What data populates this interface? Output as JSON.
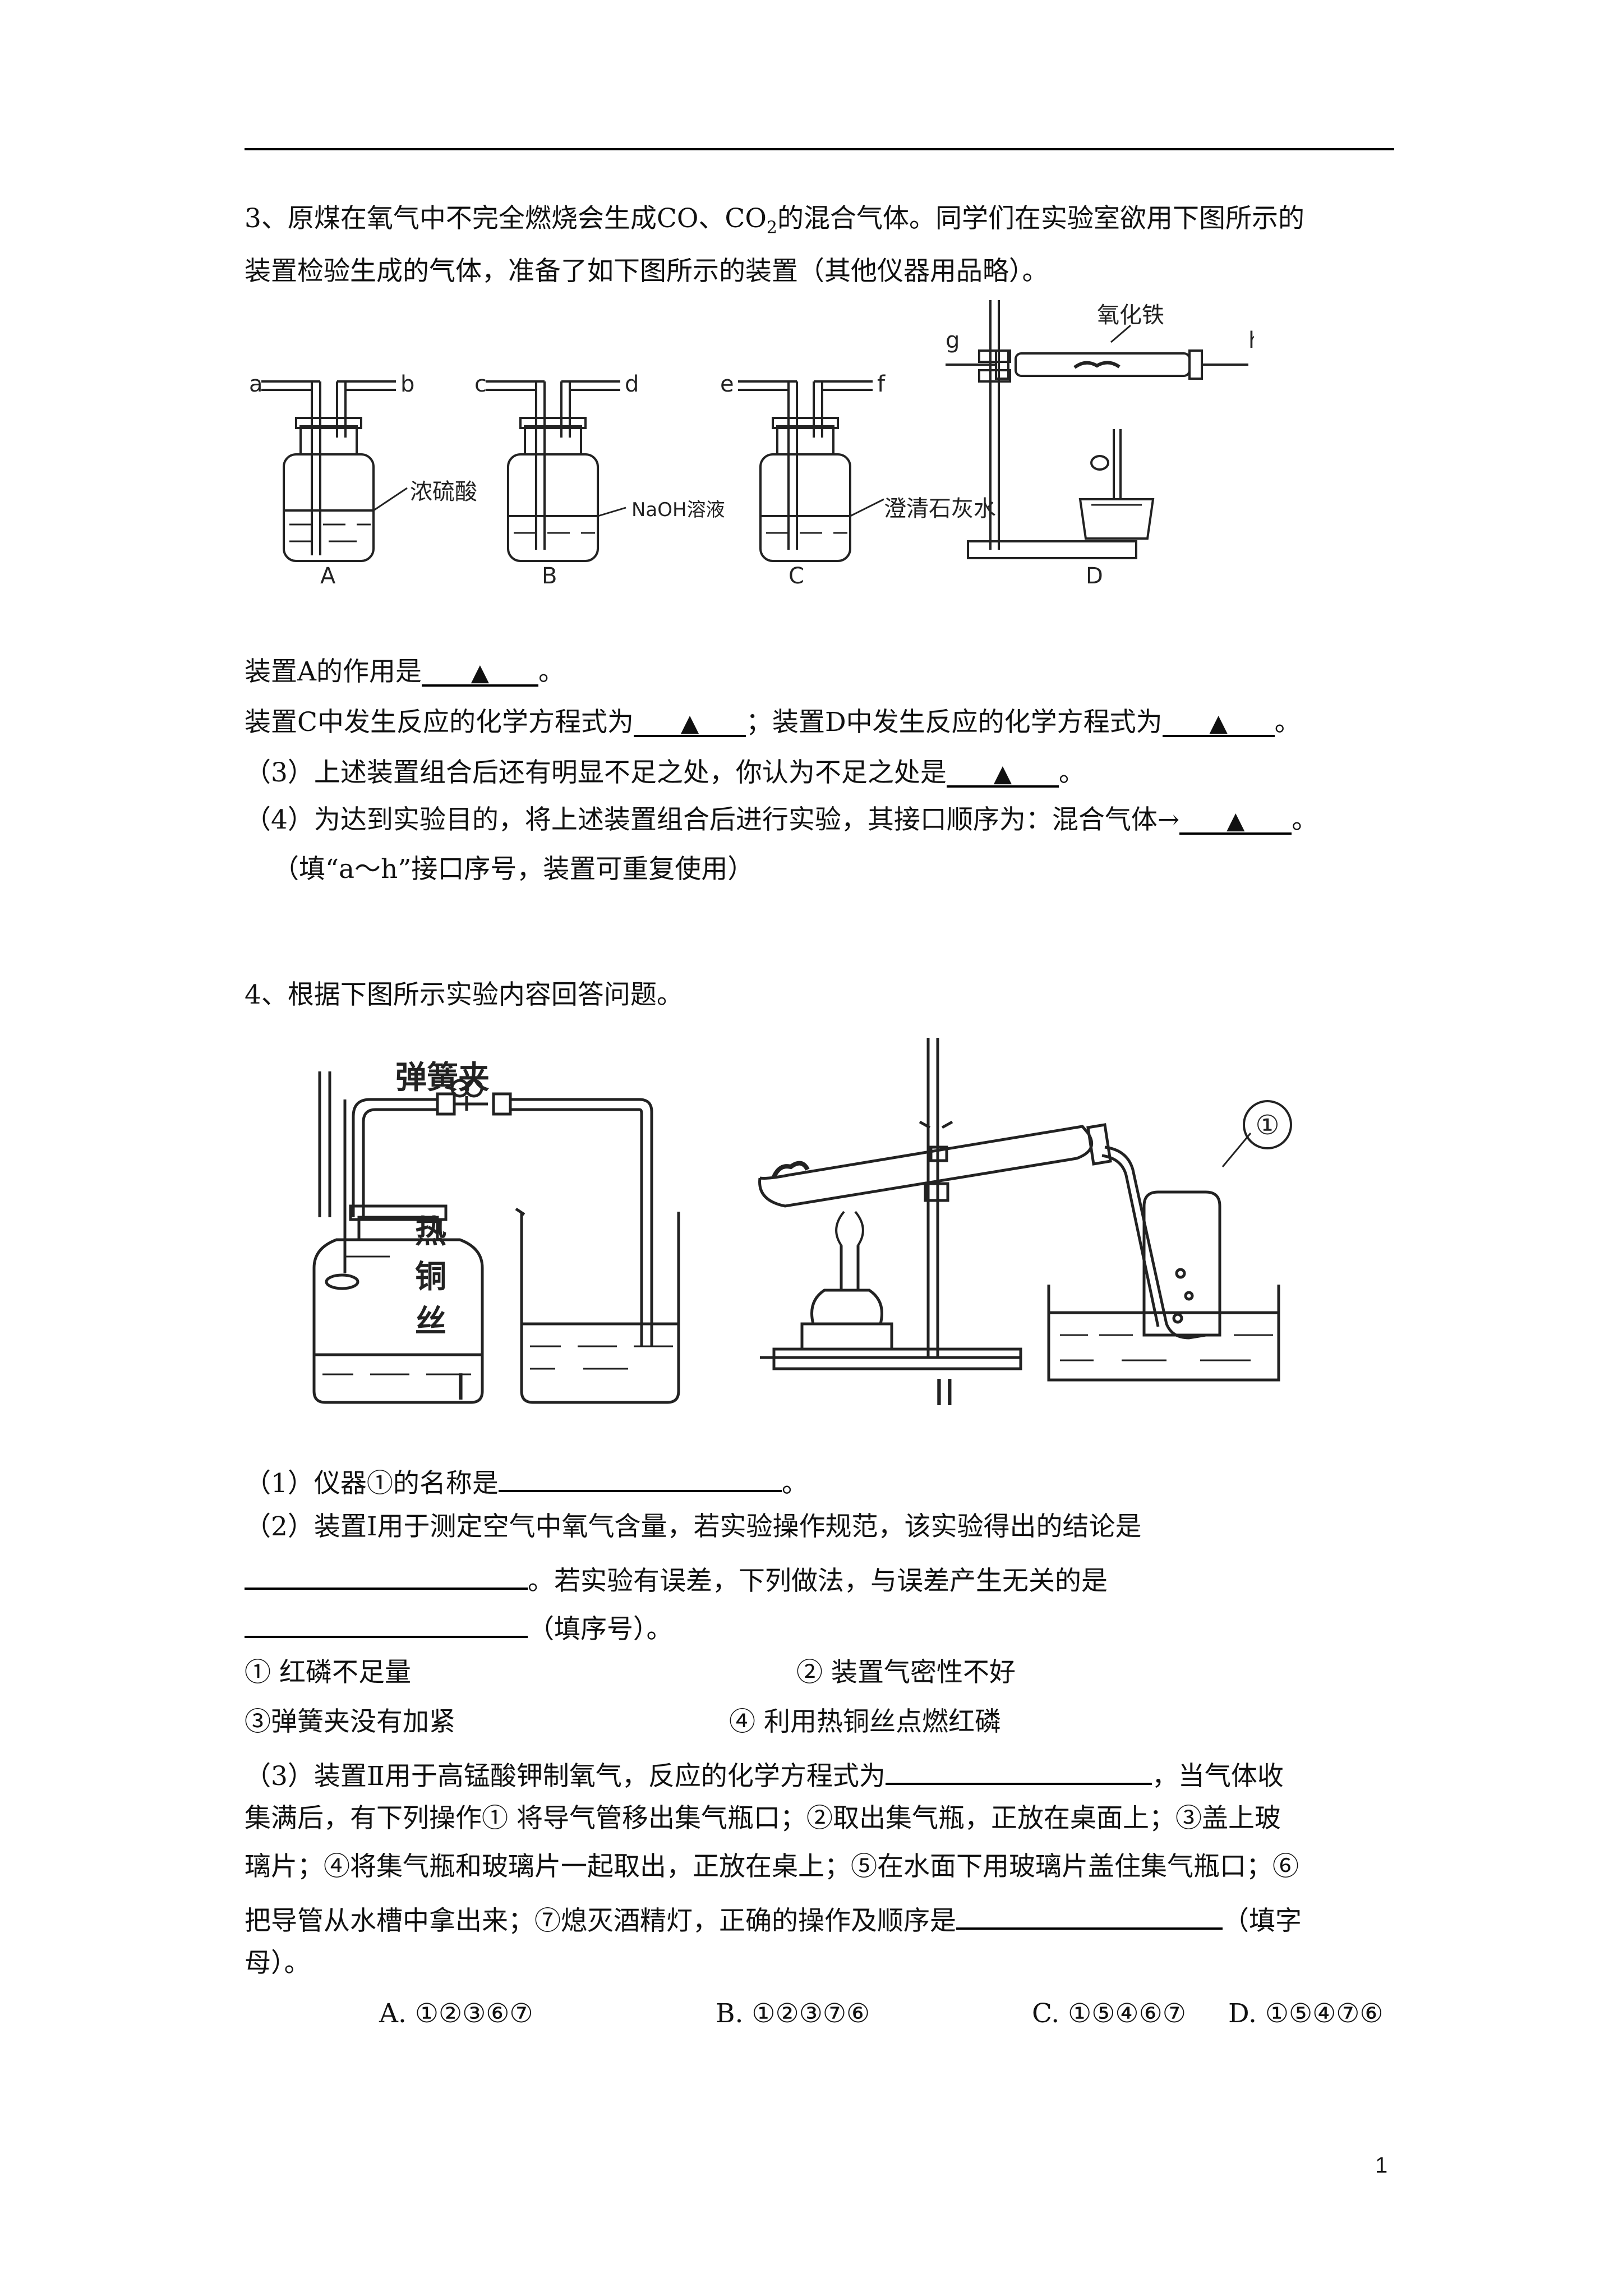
{
  "q3": {
    "intro_1a": "3、原煤在氧气中不完全燃烧会生成CO、CO",
    "intro_1sub": "2",
    "intro_1b": "的混合气体。同学们在实验室欲用下图所示的",
    "intro_2": "装置检验生成的气体，准备了如下图所示的装置（其他仪器用品略）。",
    "figure": {
      "ports": [
        "a",
        "b",
        "c",
        "d",
        "e",
        "f",
        "g",
        "h"
      ],
      "labels": {
        "A": "A",
        "B": "B",
        "C": "C",
        "D": "D",
        "acid": "浓硫酸",
        "naoh": "NaOH溶液",
        "lime": "澄清石灰水",
        "iron_oxide": "氧化铁"
      }
    },
    "q1_text": "装置A的作用是",
    "q2_text_a": "装置C中发生反应的化学方程式为",
    "q2_sep": "；装置D中发生反应的化学方程式为",
    "end": "。",
    "q3_text": "（3）上述装置组合后还有明显不足之处，你认为不足之处是",
    "q4_text": "（4）为达到实验目的，将上述装置组合后进行实验，其接口顺序为：混合气体→",
    "q4_note": "（填“a～h”接口序号，装置可重复使用）",
    "triangle": "▲"
  },
  "q4": {
    "intro": "4、根据下图所示实验内容回答问题。",
    "figure": {
      "clip": "弹簧夹",
      "hot": "热",
      "copper": "铜",
      "wire": "丝",
      "fig1": "I",
      "fig2": "II",
      "circ1": "①"
    },
    "s1_a": "（1）仪器①的名称是",
    "s1_b": "。",
    "s2_a": "（2）装置Ⅰ用于测定空气中氧气含量，若实验操作规范，该实验得出的结论是",
    "s2_b": "。若实验有误差，下列做法，与误差产生无关的是",
    "s2_c": "（填序号）。",
    "opt1": "① 红磷不足量",
    "opt2": "② 装置气密性不好",
    "opt3": "③弹簧夹没有加紧",
    "opt4": "④ 利用热铜丝点燃红磷",
    "s3_a": "（3）装置Ⅱ用于高锰酸钾制氧气，反应的化学方程式为",
    "s3_b": "，当气体收",
    "s3_c": "集满后，有下列操作① 将导气管移出集气瓶口；②取出集气瓶，正放在桌面上；③盖上玻",
    "s3_d": "璃片；④将集气瓶和玻璃片一起取出，正放在桌上；⑤在水面下用玻璃片盖住集气瓶口；⑥",
    "s3_e": "把导管从水槽中拿出来；⑦熄灭酒精灯，正确的操作及顺序是",
    "s3_f": "（填字",
    "s3_g": "母）。",
    "choiceA": "A. ①②③⑥⑦",
    "choiceB": "B. ①②③⑦⑥",
    "choiceC": "C. ①⑤④⑥⑦",
    "choiceD": "D. ①⑤④⑦⑥"
  },
  "page_number": "1"
}
